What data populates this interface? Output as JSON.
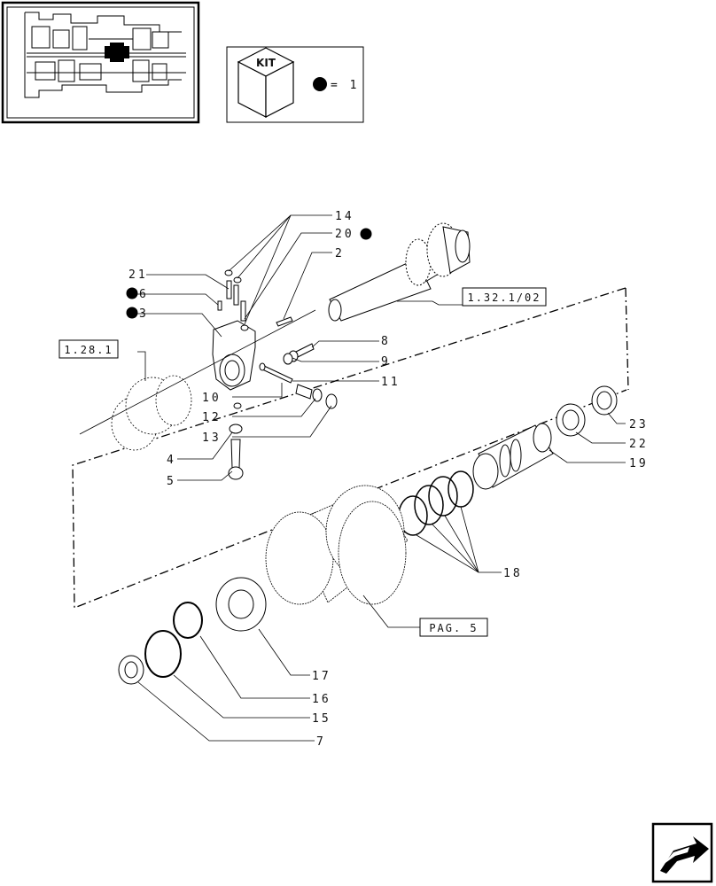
{
  "kit_legend": {
    "badge": "KIT",
    "equals": "= 1"
  },
  "refs": {
    "r1": "1.32.1/02",
    "r2": "1.28.1",
    "r3": "PAG. 5"
  },
  "labels": {
    "l14": "14",
    "l20": "20",
    "l2": "2",
    "l21": "21",
    "l6": "6",
    "l3": "3",
    "l8": "8",
    "l9": "9",
    "l11": "11",
    "l10": "10",
    "l12": "12",
    "l13": "13",
    "l4": "4",
    "l5": "5",
    "l23": "23",
    "l22": "22",
    "l19": "19",
    "l18": "18",
    "l17": "17",
    "l16": "16",
    "l15": "15",
    "l7": "7"
  },
  "kit_parts": [
    "20",
    "6",
    "3"
  ]
}
